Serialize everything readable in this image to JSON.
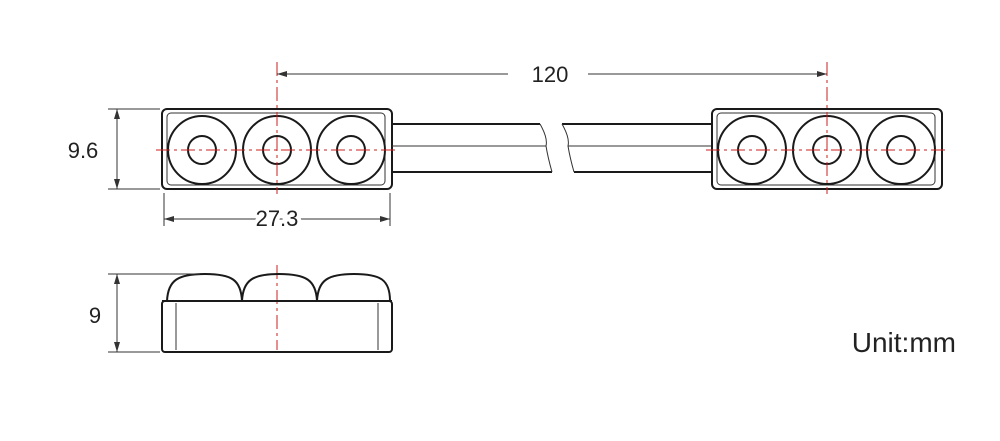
{
  "dimensions": {
    "distance": "120",
    "height": "9.6",
    "width": "27.3",
    "thickness": "9"
  },
  "unit_label": "Unit:mm",
  "colors": {
    "outline": "#1a1a1a",
    "center_line": "#cc1f1f",
    "dimension": "#333333"
  }
}
